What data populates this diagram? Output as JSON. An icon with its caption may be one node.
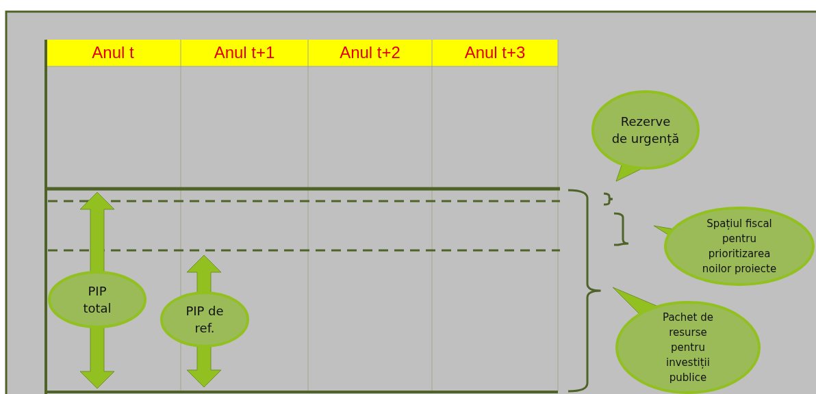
{
  "diagram": {
    "nodes": [
      {
        "text": [
          "Rezerve de urgență"
        ]
      },
      {
        "text": [
          "Spațiul fiscal pentru prioritizarea noilor proiecte"
        ]
      },
      {
        "text": [
          "PIP total"
        ]
      },
      {
        "text": [
          "PIP de ref."
        ]
      },
      {
        "text": [
          "Pachet de resurse pentru investiții publice"
        ]
      }
    ],
    "edges": [],
    "labels": [
      "Anul t",
      "Anul t+1",
      "Anul t+2",
      "Anul t+3"
    ]
  }
}
